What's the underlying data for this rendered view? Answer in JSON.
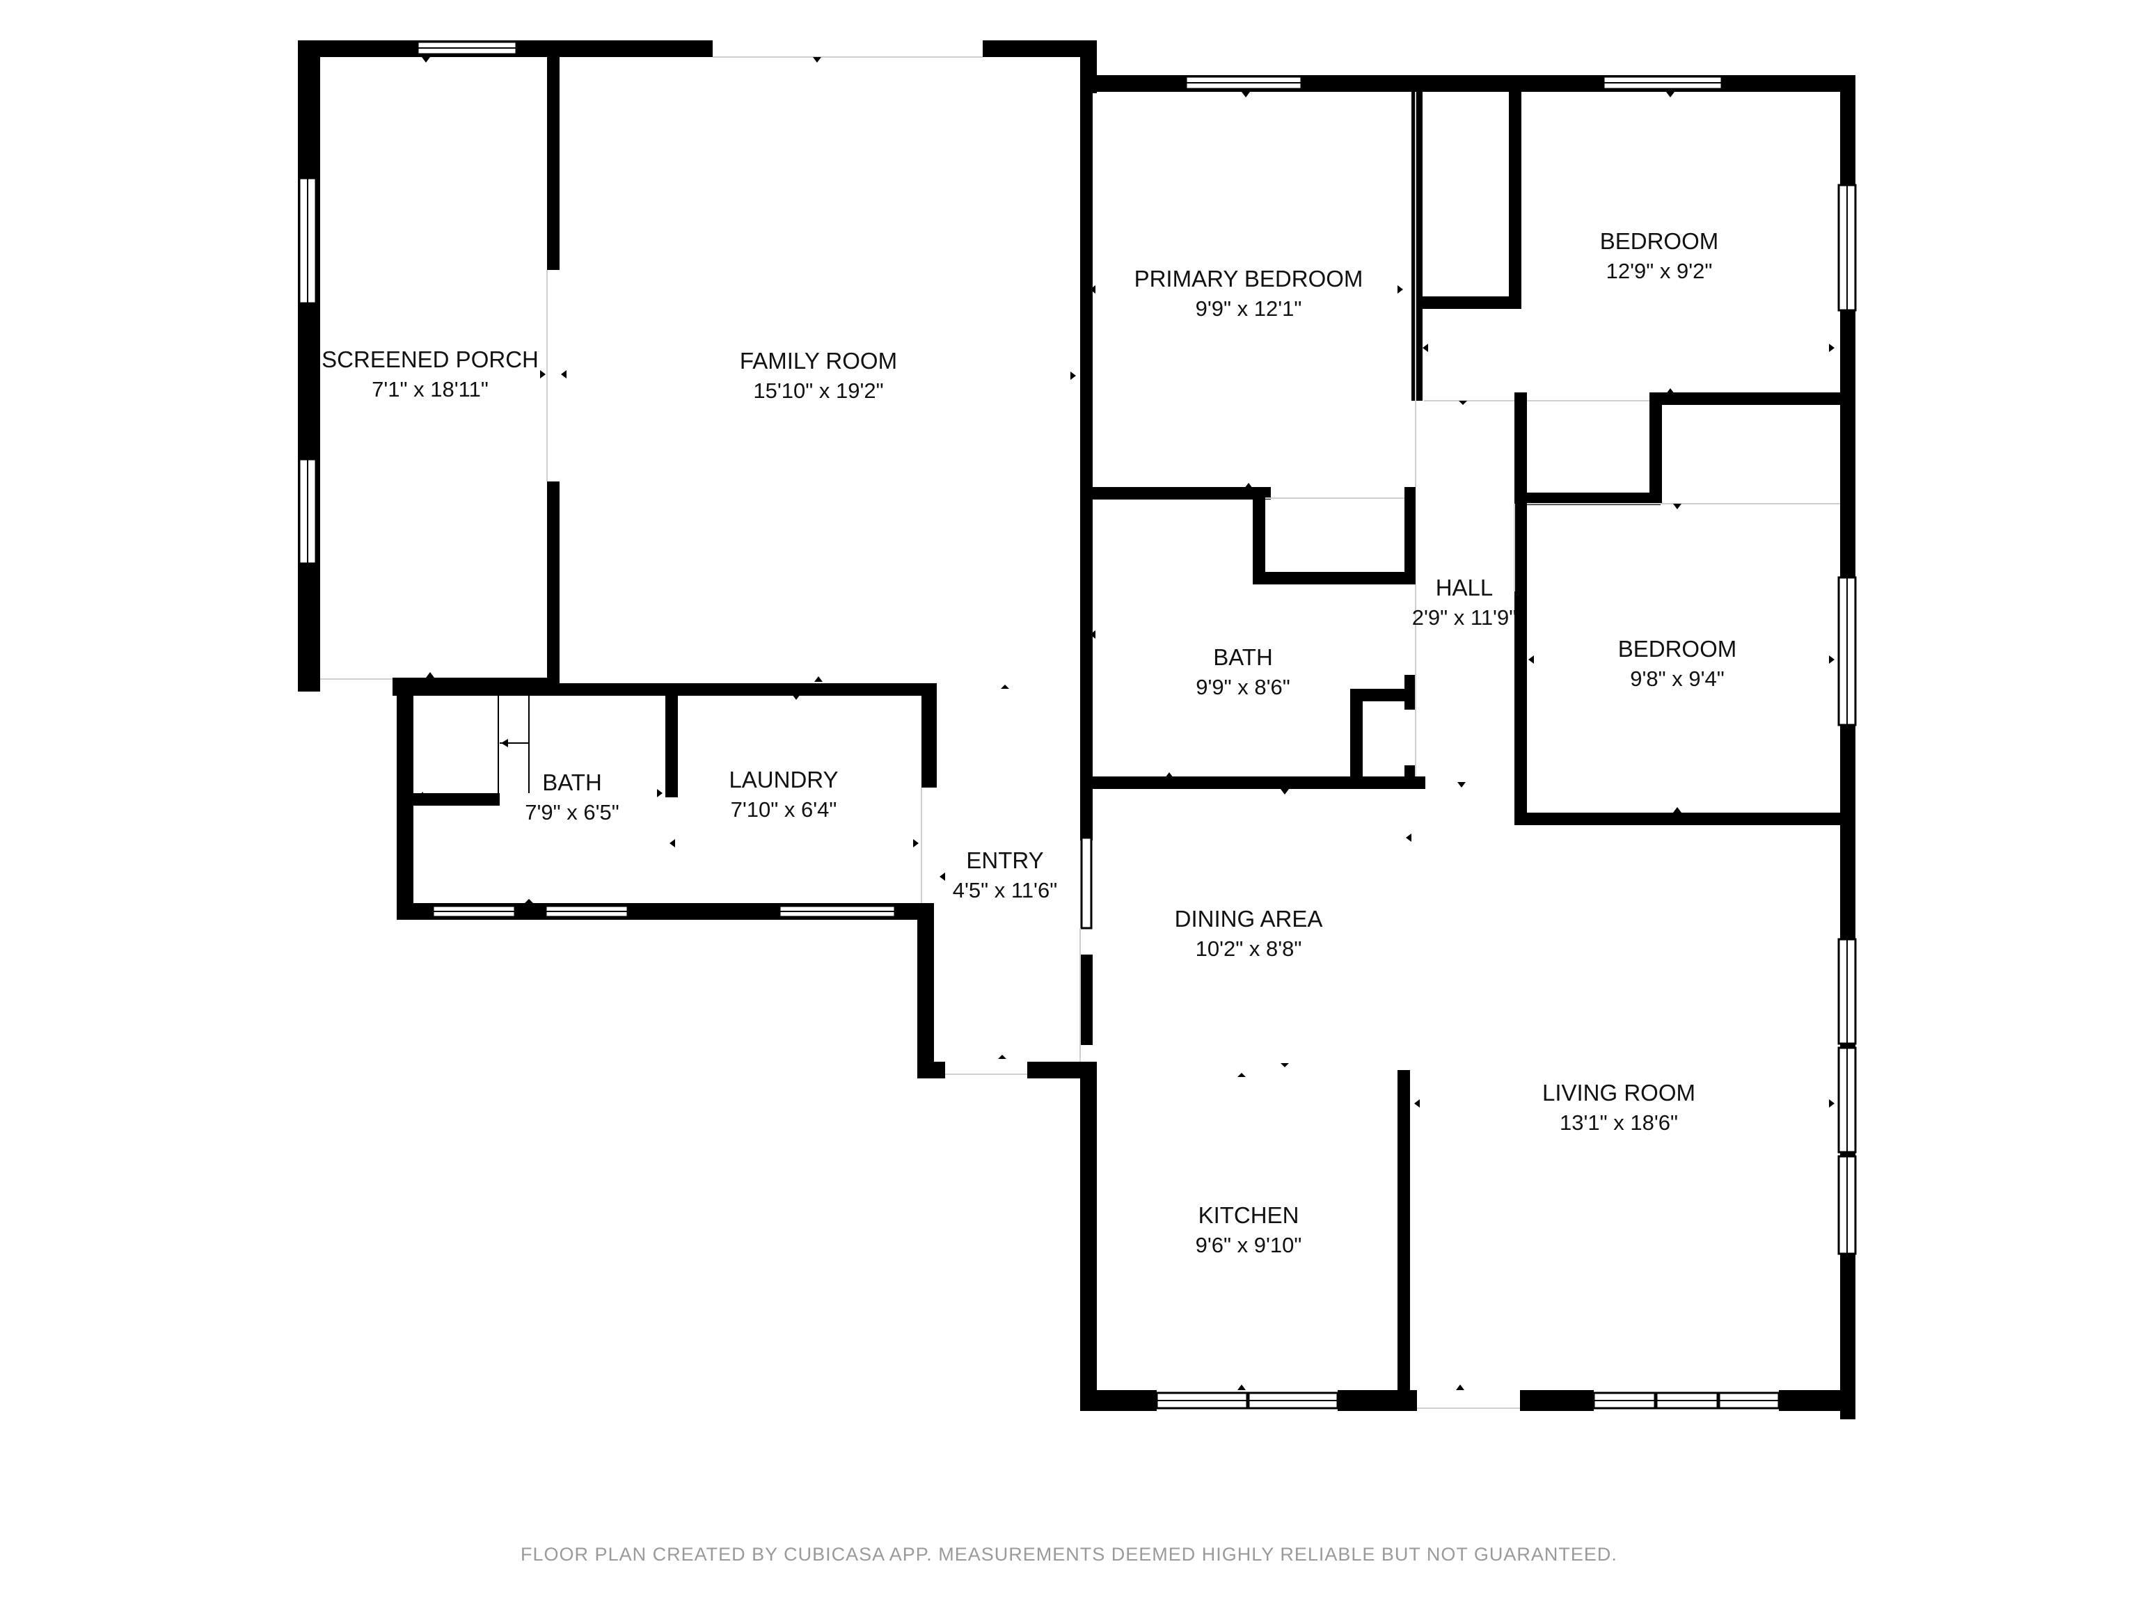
{
  "rooms": {
    "screened_porch": {
      "name": "SCREENED PORCH",
      "dims": "7'1\" x 18'11\""
    },
    "family_room": {
      "name": "FAMILY ROOM",
      "dims": "15'10\" x 19'2\""
    },
    "primary_bedroom": {
      "name": "PRIMARY BEDROOM",
      "dims": "9'9\" x 12'1\""
    },
    "bedroom_1": {
      "name": "BEDROOM",
      "dims": "12'9\" x 9'2\""
    },
    "bedroom_2": {
      "name": "BEDROOM",
      "dims": "9'8\" x 9'4\""
    },
    "hall": {
      "name": "HALL",
      "dims": "2'9\" x 11'9\""
    },
    "bath_main": {
      "name": "BATH",
      "dims": "9'9\" x 8'6\""
    },
    "bath_small": {
      "name": "BATH",
      "dims": "7'9\" x 6'5\""
    },
    "laundry": {
      "name": "LAUNDRY",
      "dims": "7'10\" x 6'4\""
    },
    "entry": {
      "name": "ENTRY",
      "dims": "4'5\" x 11'6\""
    },
    "dining_area": {
      "name": "DINING AREA",
      "dims": "10'2\" x 8'8\""
    },
    "kitchen": {
      "name": "KITCHEN",
      "dims": "9'6\" x 9'10\""
    },
    "living_room": {
      "name": "LIVING ROOM",
      "dims": "13'1\" x 18'6\""
    }
  },
  "footer": {
    "text": "FLOOR PLAN CREATED BY CUBICASA APP. MEASUREMENTS DEEMED HIGHLY RELIABLE BUT NOT GUARANTEED."
  },
  "colors": {
    "wall": "#000000",
    "background": "#ffffff",
    "footer_text": "#9a9a9a"
  }
}
